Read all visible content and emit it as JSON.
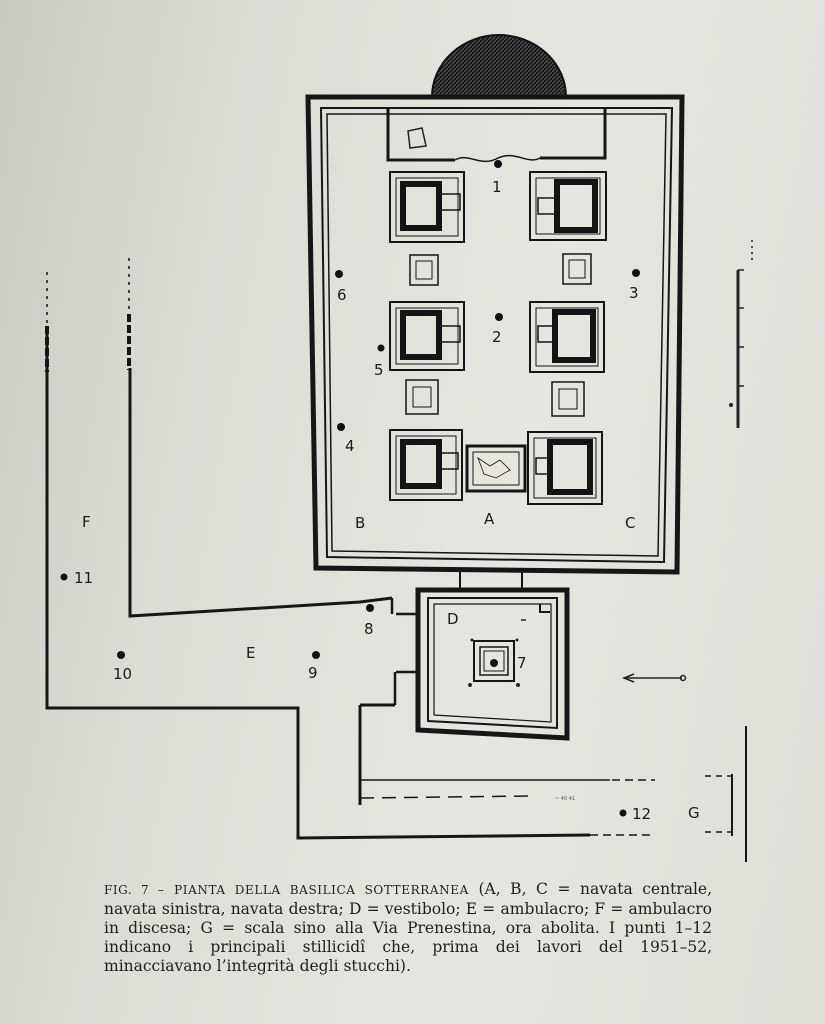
{
  "labels": {
    "A": "A",
    "B": "B",
    "C": "C",
    "D": "D",
    "E": "E",
    "F": "F",
    "G": "G"
  },
  "points": {
    "p1": "1",
    "p2": "2",
    "p3": "3",
    "p4": "4",
    "p5": "5",
    "p6": "6",
    "p7": "7",
    "p8": "8",
    "p9": "9",
    "p10": "10",
    "p11": "11",
    "p12": "12"
  },
  "scale_text": "~ 40 41",
  "caption": {
    "fig": "FIG. 7 –",
    "title": "PIANTA DELLA BASILICA SOTTERRANEA",
    "text": " (A, B, C = navata centrale, navata sinistra, navata destra; D = vestibolo; E = ambulacro; F = ambulacro in  discesa; G = scala sino alla Via Prenestina, ora abolita. I punti 1–12 indicano i principali stillicidî che, prima dei lavori del 1951–52, minacciavano l’integrità degli stucchi)."
  }
}
